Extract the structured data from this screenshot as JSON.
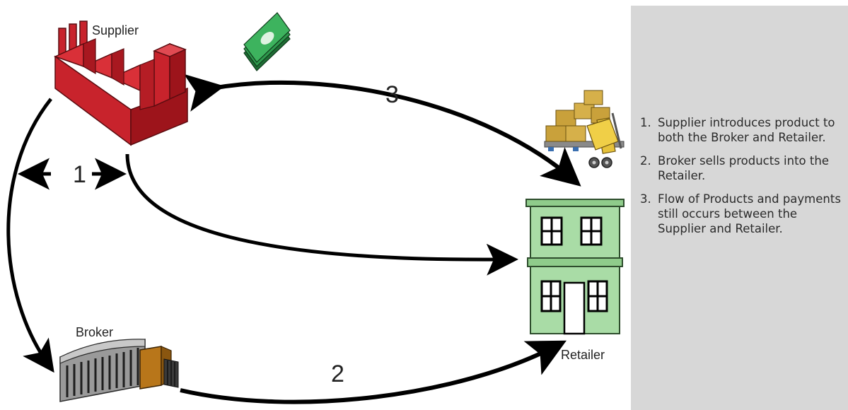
{
  "diagram": {
    "labels": {
      "supplier": "Supplier",
      "broker": "Broker",
      "retailer": "Retailer"
    },
    "flow_numbers": {
      "step1": "1",
      "step2": "2",
      "step3": "3"
    }
  },
  "steps": [
    {
      "number": "1.",
      "text": "Supplier introduces product to both the Broker and Retailer."
    },
    {
      "number": "2.",
      "text": "Broker sells products into the Retailer."
    },
    {
      "number": "3.",
      "text": "Flow of Products and payments still occurs between the Supplier and Retailer."
    }
  ],
  "colors": {
    "factory": "#c8232c",
    "retailer_building": "#a9dca6",
    "money": "#2e9a4d",
    "boxes": "#c9a13b",
    "forklift": "#e6c23a",
    "panel": "#d7d7d7",
    "arrows": "#000000"
  },
  "icons": {
    "supplier": "factory-icon",
    "broker": "warehouse-icon",
    "retailer": "store-building-icon",
    "payment": "money-stack-icon",
    "products": "forklift-boxes-icon"
  }
}
